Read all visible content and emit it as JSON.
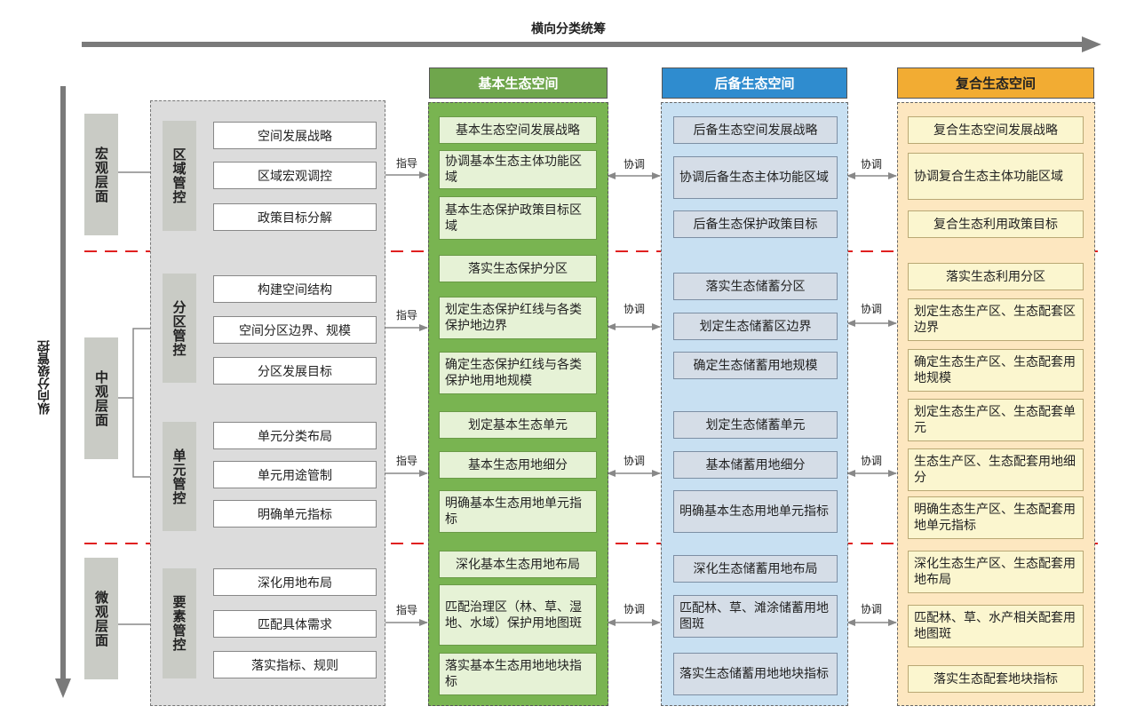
{
  "axes": {
    "horizontal": "横向分类统筹",
    "vertical": "纵向分级管控"
  },
  "levels": {
    "macro": "宏观层面",
    "meso": "中观层面",
    "micro": "微观层面"
  },
  "controls": {
    "regional": "区域管控",
    "zoning": "分区管控",
    "unit": "单元管控",
    "element": "要素管控"
  },
  "items": {
    "regional": [
      "空间发展战略",
      "区域宏观调控",
      "政策目标分解"
    ],
    "zoning": [
      "构建空间结构",
      "空间分区边界、规模",
      "分区发展目标"
    ],
    "unit": [
      "单元分类布局",
      "单元用途管制",
      "明确单元指标"
    ],
    "element": [
      "深化用地布局",
      "匹配具体需求",
      "落实指标、规则"
    ]
  },
  "relations": {
    "guide": "指导",
    "coordinate": "协调"
  },
  "columns": {
    "basic": {
      "title": "基本生态空间",
      "color": "#6fa64c",
      "cells": [
        "基本生态空间发展战略",
        "协调基本生态主体功能区域",
        "基本生态保护政策目标区域",
        "落实生态保护分区",
        "划定生态保护红线与各类保护地边界",
        "确定生态保护红线与各类保护地用地规模",
        "划定基本生态单元",
        "基本生态用地细分",
        "明确基本生态用地单元指标",
        "深化基本生态用地布局",
        "匹配治理区（林、草、湿地、水域）保护用地图斑",
        "落实基本生态用地地块指标"
      ]
    },
    "reserve": {
      "title": "后备生态空间",
      "color": "#2f8ccf",
      "cells": [
        "后备生态空间发展战略",
        "协调后备生态主体功能区域",
        "后备生态保护政策目标",
        "落实生态储蓄分区",
        "划定生态储蓄区边界",
        "确定生态储蓄用地规模",
        "划定生态储蓄单元",
        "基本储蓄用地细分",
        "明确基本生态用地单元指标",
        "深化生态储蓄用地布局",
        "匹配林、草、滩涂储蓄用地图斑",
        "落实生态储蓄用地地块指标"
      ]
    },
    "composite": {
      "title": "复合生态空间",
      "color": "#f2ac33",
      "cells": [
        "复合生态空间发展战略",
        "协调复合生态主体功能区域",
        "复合生态利用政策目标",
        "落实生态利用分区",
        "划定生态生产区、生态配套区边界",
        "确定生态生产区、生态配套用地规模",
        "划定生态生产区、生态配套单元",
        "生态生产区、生态配套用地细分",
        "明确生态生产区、生态配套用地单元指标",
        "深化生态生产区、生态配套用地布局",
        "匹配林、草、水产相关配套用地图斑",
        "落实生态配套地块指标"
      ]
    }
  }
}
